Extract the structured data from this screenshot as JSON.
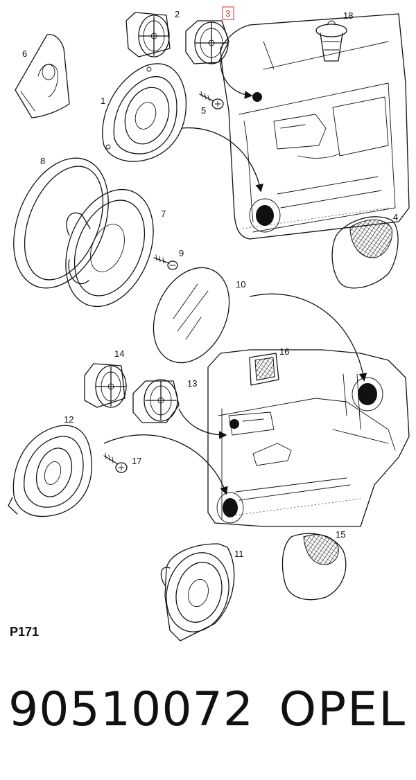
{
  "diagram": {
    "callouts": [
      {
        "id": "1",
        "label": "1",
        "highlighted": false
      },
      {
        "id": "2",
        "label": "2",
        "highlighted": false
      },
      {
        "id": "3",
        "label": "3",
        "highlighted": true
      },
      {
        "id": "4",
        "label": "4",
        "highlighted": false
      },
      {
        "id": "5",
        "label": "5",
        "highlighted": false
      },
      {
        "id": "6",
        "label": "6",
        "highlighted": false
      },
      {
        "id": "7",
        "label": "7",
        "highlighted": false
      },
      {
        "id": "8",
        "label": "8",
        "highlighted": false
      },
      {
        "id": "9",
        "label": "9",
        "highlighted": false
      },
      {
        "id": "10",
        "label": "10",
        "highlighted": false
      },
      {
        "id": "11",
        "label": "11",
        "highlighted": false
      },
      {
        "id": "12",
        "label": "12",
        "highlighted": false
      },
      {
        "id": "13",
        "label": "13",
        "highlighted": false
      },
      {
        "id": "14",
        "label": "14",
        "highlighted": false
      },
      {
        "id": "15",
        "label": "15",
        "highlighted": false
      },
      {
        "id": "16",
        "label": "16",
        "highlighted": false
      },
      {
        "id": "17",
        "label": "17",
        "highlighted": false
      },
      {
        "id": "18",
        "label": "18",
        "highlighted": false
      }
    ],
    "highlight_color": "#d9534f",
    "reference_code": "P171"
  },
  "footer": {
    "part_number": "90510072",
    "brand": "OPEL"
  }
}
